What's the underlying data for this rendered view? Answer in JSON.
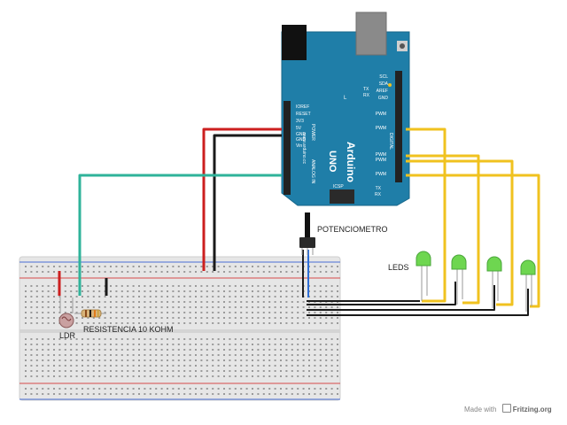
{
  "board": {
    "name": "Arduino",
    "model": "UNO",
    "site": "www.arduino.cc",
    "icsp_label": "ICSP",
    "header_labels": [
      "SCL",
      "SDA",
      "AREF",
      "GND"
    ],
    "pwm_label": "PWM",
    "digital_label": "DIGITAL",
    "tx_label": "TX",
    "rx_label": "RX",
    "power_pins": [
      "IOREF",
      "RESET",
      "3V3",
      "5V",
      "GND",
      "GND",
      "Vin"
    ],
    "power_label": "POWER",
    "analog_label": "ANALOG IN",
    "led_l": "L",
    "led_tx": "TX",
    "led_rx": "RX"
  },
  "labels": {
    "pot": "POTENCIOMETRO",
    "leds": "LEDS",
    "ldr": "LDR",
    "resistor": "RESISTENCIA 10 KOHM"
  },
  "footer": {
    "made_with": "Made with",
    "brand": "Fritzing.org"
  },
  "colors": {
    "board": "#1f7ea8",
    "wire_red": "#cc1f1f",
    "wire_black": "#1a1a1a",
    "wire_teal": "#2fb39a",
    "wire_yellow": "#f0c21f",
    "wire_blue": "#2e6fd6",
    "led": "#6ed650"
  }
}
